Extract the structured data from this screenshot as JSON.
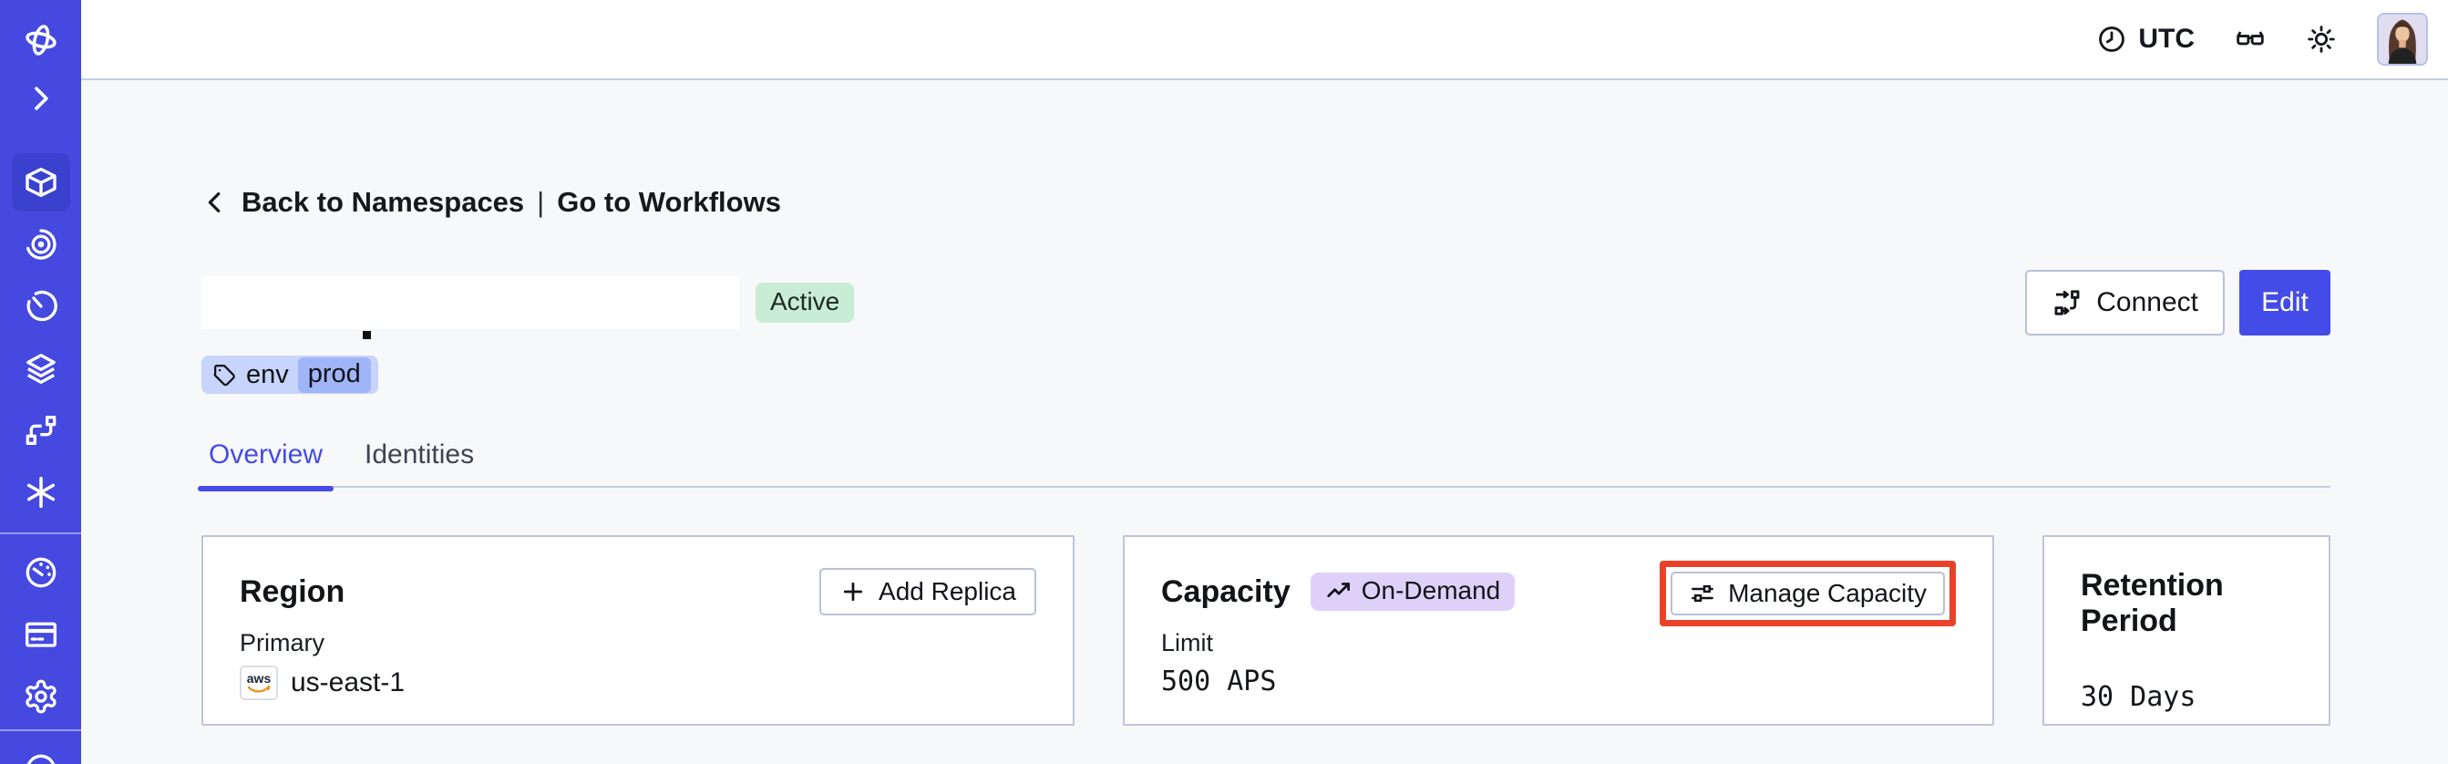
{
  "topbar": {
    "timezone_label": "UTC",
    "icons": [
      "clock-icon",
      "reading-glasses-icon",
      "light-theme-sun-icon",
      "user-avatar"
    ]
  },
  "sidebar": {
    "active_item": "namespaces",
    "icons": [
      "temporal-logo",
      "expand-chevron",
      "namespaces",
      "workflows",
      "schedules",
      "deployments",
      "batch-operations",
      "nexus",
      "usage",
      "billing",
      "settings",
      "support-partial"
    ]
  },
  "breadcrumb": {
    "back_label": "Back to Namespaces",
    "separator": "|",
    "forward_label": "Go to Workflows"
  },
  "namespace": {
    "status_badge": "Active",
    "tag_key": "env",
    "tag_value": "prod"
  },
  "header_actions": {
    "connect_label": "Connect",
    "edit_label": "Edit"
  },
  "tabs": [
    {
      "label": "Overview",
      "active": true
    },
    {
      "label": "Identities",
      "active": false
    }
  ],
  "cards": {
    "region": {
      "title": "Region",
      "action_label": "Add Replica",
      "primary_label": "Primary",
      "provider_label": "aws",
      "region_value": "us-east-1"
    },
    "capacity": {
      "title": "Capacity",
      "badge_label": "On-Demand",
      "action_label": "Manage Capacity",
      "limit_label": "Limit",
      "limit_value": "500 APS",
      "annotated": true
    },
    "retention": {
      "title": "Retention Period",
      "value": "30 Days"
    }
  },
  "colors": {
    "accent_indigo": "#444ce7",
    "sidebar_indigo": "#4549e0",
    "nav_active_bg": "#3b41cf",
    "active_badge_bg": "#c9ecd4",
    "tag_bg": "#c7d4fb",
    "tag_chip_bg": "#a0b5f8",
    "on_demand_bg": "#ded1f9",
    "annotation_red": "#e8432a",
    "content_bg": "#f7f8fa",
    "card_border": "#bcc5d8",
    "aws_smile_orange": "#ee9422"
  }
}
